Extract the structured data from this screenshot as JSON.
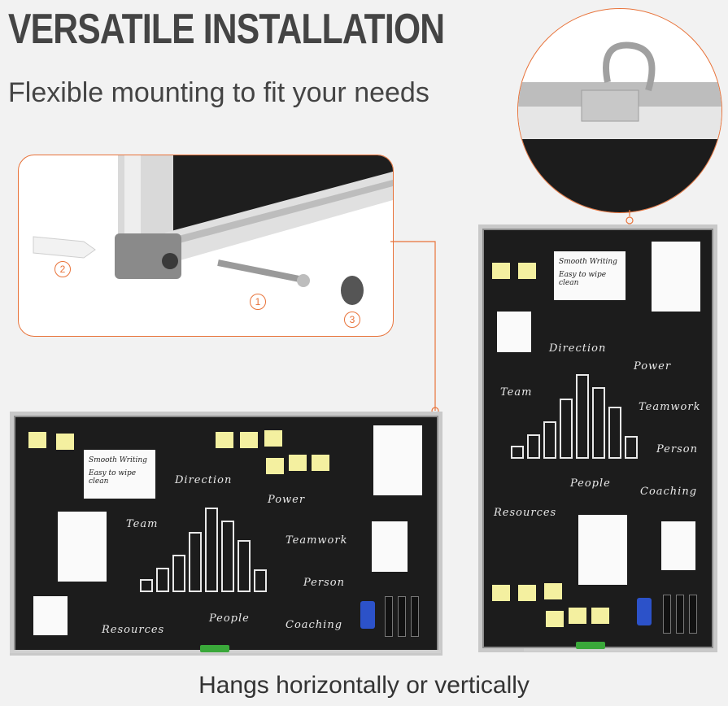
{
  "header": {
    "title": "VERSATILE INSTALLATION",
    "subtitle": "Flexible mounting to fit your needs"
  },
  "caption": "Hangs horizontally or vertically",
  "detail": {
    "callouts": [
      "1",
      "2",
      "3"
    ]
  },
  "board_words": {
    "direction": "Direction",
    "power": "Power",
    "team": "Team",
    "teamwork": "Teamwork",
    "person": "Person",
    "people": "People",
    "coaching": "Coaching",
    "resources": "Resources"
  },
  "note_text": {
    "line1": "Smooth Writing",
    "line2": "Easy to wipe clean"
  },
  "colors": {
    "accent": "#e8733a",
    "board": "#1c1c1c",
    "frame": "#c9c9c9",
    "sticky": "#f4f0a0",
    "eraser": "#2c52c9",
    "clip": "#3aa83a"
  }
}
